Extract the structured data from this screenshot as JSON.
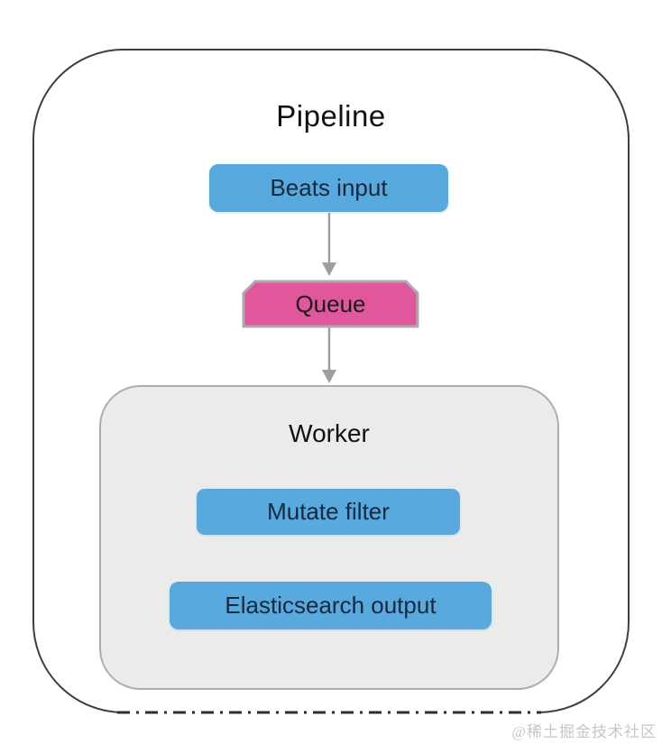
{
  "diagram": {
    "title": "Pipeline",
    "nodes": {
      "beats_input": {
        "label": "Beats input",
        "type": "input",
        "shape": "rounded-rect",
        "color": "#57A9DE"
      },
      "queue": {
        "label": "Queue",
        "type": "queue",
        "shape": "rect-clipped-top-corners",
        "color": "#E0579B",
        "border_color": "#ABABAB"
      },
      "worker": {
        "label": "Worker",
        "type": "group",
        "shape": "rounded-rect",
        "color": "#EBEBEB",
        "border_color": "#ADADAD"
      },
      "mutate_filter": {
        "label": "Mutate filter",
        "type": "filter",
        "shape": "rounded-rect",
        "color": "#57A9DE"
      },
      "elasticsearch_output": {
        "label": "Elasticsearch output",
        "type": "output",
        "shape": "rounded-rect",
        "color": "#57A9DE"
      }
    },
    "edges": [
      {
        "from": "Beats input",
        "to": "Queue",
        "style": "arrow-down",
        "color": "#9E9E9E"
      },
      {
        "from": "Queue",
        "to": "Worker",
        "style": "arrow-down",
        "color": "#9E9E9E"
      }
    ],
    "worker_children": [
      "Mutate filter",
      "Elasticsearch output"
    ],
    "outline": {
      "color": "#3D3D3D",
      "bottom_edge_style": "dash-dot"
    },
    "text_color": "#14293C"
  },
  "watermark": {
    "text": "@稀土掘金技术社区"
  }
}
